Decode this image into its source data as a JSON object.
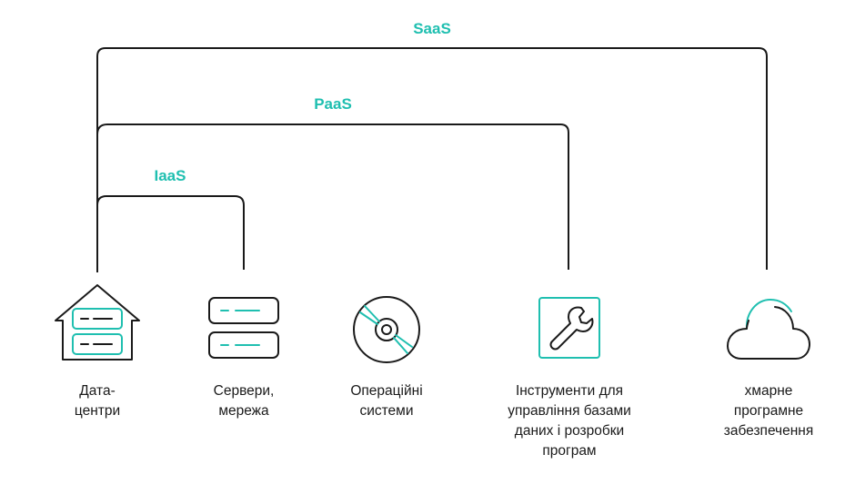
{
  "tiers": {
    "saas": "SaaS",
    "paas": "PaaS",
    "iaas": "IaaS"
  },
  "components": [
    {
      "lines": [
        "Дата-",
        "центри"
      ],
      "icon": "datacenter-icon"
    },
    {
      "lines": [
        "Сервери,",
        "мережа"
      ],
      "icon": "servers-icon"
    },
    {
      "lines": [
        "Операційні",
        "системи"
      ],
      "icon": "disc-icon"
    },
    {
      "lines": [
        "Інструменти для",
        "управління базами",
        "даних і розробки",
        "програм"
      ],
      "icon": "wrench-icon"
    },
    {
      "lines": [
        "хмарне",
        "програмне",
        "забезпечення"
      ],
      "icon": "cloud-icon"
    }
  ],
  "colors": {
    "accent": "#1fbfb0",
    "line": "#1a1a1a"
  }
}
